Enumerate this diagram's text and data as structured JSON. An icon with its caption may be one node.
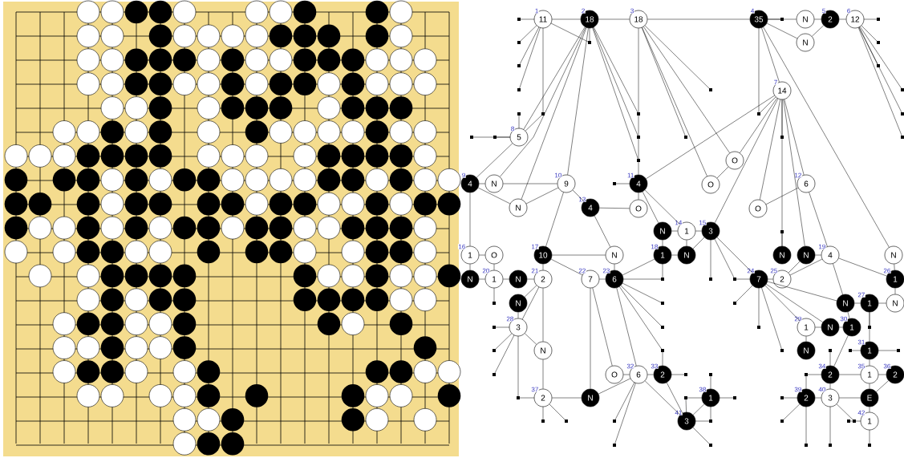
{
  "diagram": {
    "nodes": [
      {
        "text": [
          "11"
        ],
        "beside": [
          "1"
        ]
      },
      {
        "text": [
          "18"
        ],
        "beside": [
          "2"
        ]
      },
      {
        "text": [
          "18"
        ],
        "beside": [
          "3"
        ]
      },
      {
        "text": [
          "35"
        ],
        "beside": [
          "4"
        ]
      },
      {
        "text": [
          "N"
        ]
      },
      {
        "text": [
          "2"
        ],
        "beside": [
          "5"
        ]
      },
      {
        "text": [
          "12"
        ],
        "beside": [
          "6"
        ]
      },
      {
        "text": [
          "N"
        ]
      },
      {
        "text": [
          "14"
        ],
        "beside": [
          "7"
        ]
      },
      {
        "text": [
          "5"
        ],
        "beside": [
          "8"
        ]
      },
      {
        "text": [
          "O"
        ]
      },
      {
        "text": [
          "4"
        ],
        "beside": [
          "9"
        ]
      },
      {
        "text": [
          "N"
        ]
      },
      {
        "text": [
          "9"
        ],
        "beside": [
          "10"
        ]
      },
      {
        "text": [
          "4"
        ],
        "beside": [
          "11"
        ]
      },
      {
        "text": [
          "O"
        ]
      },
      {
        "text": [
          "6"
        ],
        "beside": [
          "12"
        ]
      },
      {
        "text": [
          "N"
        ]
      },
      {
        "text": [
          "4"
        ],
        "beside": [
          "13"
        ]
      },
      {
        "text": [
          "O"
        ]
      },
      {
        "text": [
          "O"
        ]
      },
      {
        "text": [
          "N"
        ]
      },
      {
        "text": [
          "1"
        ],
        "beside": [
          "14"
        ]
      },
      {
        "text": [
          "3"
        ],
        "beside": [
          "15"
        ]
      },
      {
        "text": [
          "1"
        ],
        "beside": [
          "16"
        ]
      },
      {
        "text": [
          "O"
        ]
      },
      {
        "text": [
          "10"
        ],
        "beside": [
          "17"
        ]
      },
      {
        "text": [
          "N"
        ]
      },
      {
        "text": [
          "1"
        ],
        "beside": [
          "18"
        ]
      },
      {
        "text": [
          "N"
        ]
      },
      {
        "text": [
          "N"
        ]
      },
      {
        "text": [
          "N"
        ]
      },
      {
        "text": [
          "4"
        ],
        "beside": [
          "19"
        ]
      },
      {
        "text": [
          "N"
        ]
      },
      {
        "text": [
          "N"
        ]
      },
      {
        "text": [
          "1"
        ],
        "beside": [
          "20"
        ]
      },
      {
        "text": [
          "N"
        ]
      },
      {
        "text": [
          "2"
        ],
        "beside": [
          "21"
        ]
      },
      {
        "text": [
          "7"
        ],
        "beside": [
          "22"
        ]
      },
      {
        "text": [
          "6"
        ],
        "beside": [
          "23"
        ]
      },
      {
        "text": [
          "7"
        ],
        "beside": [
          "24"
        ]
      },
      {
        "text": [
          "2"
        ],
        "beside": [
          "25"
        ]
      },
      {
        "text": [
          "1"
        ],
        "beside": [
          "26"
        ]
      },
      {
        "text": [
          "N"
        ]
      },
      {
        "text": [
          "N"
        ]
      },
      {
        "text": [
          "1"
        ],
        "beside": [
          "27"
        ]
      },
      {
        "text": [
          "N"
        ]
      },
      {
        "text": [
          "3"
        ],
        "beside": [
          "28"
        ]
      },
      {
        "text": [
          "1"
        ],
        "beside": [
          "29"
        ]
      },
      {
        "text": [
          "N"
        ]
      },
      {
        "text": [
          "1"
        ],
        "beside": [
          "30"
        ]
      },
      {
        "text": [
          "N"
        ]
      },
      {
        "text": [
          "N"
        ]
      },
      {
        "text": [
          "1"
        ],
        "beside": [
          "31"
        ]
      },
      {
        "text": [
          "O"
        ]
      },
      {
        "text": [
          "6"
        ],
        "beside": [
          "32"
        ]
      },
      {
        "text": [
          "2"
        ],
        "beside": [
          "33"
        ]
      },
      {
        "text": [
          "2"
        ],
        "beside": [
          "34"
        ]
      },
      {
        "text": [
          "1"
        ],
        "beside": [
          "35"
        ]
      },
      {
        "text": [
          "2"
        ],
        "beside": [
          "36"
        ]
      },
      {
        "text": [
          "2"
        ],
        "beside": [
          "37"
        ]
      },
      {
        "text": [
          "N"
        ]
      },
      {
        "text": [
          "1"
        ],
        "beside": [
          "38"
        ]
      },
      {
        "text": [
          "2"
        ],
        "beside": [
          "39"
        ]
      },
      {
        "text": [
          "3"
        ],
        "beside": [
          "40"
        ]
      },
      {
        "text": [
          "E"
        ]
      },
      {
        "text": [
          "3"
        ],
        "beside": [
          "41"
        ]
      },
      {
        "text": [
          "1"
        ],
        "beside": [
          "42"
        ]
      }
    ],
    "edges": [
      {
        "from": 0,
        "to": 1,
        "arrow": "none"
      },
      {
        "from": 1,
        "to": 2,
        "arrow": "none"
      },
      {
        "from": 2,
        "to": 3,
        "arrow": "none"
      },
      {
        "from": 3,
        "to": 4,
        "arrow": "none"
      },
      {
        "from": 4,
        "to": 5,
        "arrow": "none"
      },
      {
        "from": 5,
        "to": 6,
        "arrow": "none"
      },
      {
        "from": 3,
        "to": 7,
        "arrow": "none"
      },
      {
        "from": 7,
        "to": 5,
        "arrow": "none"
      },
      {
        "from": 3,
        "to": 8,
        "arrow": "none"
      },
      {
        "from": 1,
        "to": 9,
        "arrow": "none"
      },
      {
        "from": 1,
        "to": 12,
        "arrow": "none"
      },
      {
        "from": 1,
        "to": 17,
        "arrow": "none"
      },
      {
        "from": 1,
        "to": 13,
        "arrow": "none"
      },
      {
        "from": 9,
        "to": 11,
        "arrow": "none"
      },
      {
        "from": 11,
        "to": 12,
        "arrow": "none"
      },
      {
        "from": 12,
        "to": 13,
        "arrow": "none"
      },
      {
        "from": 11,
        "to": 17,
        "arrow": "none"
      },
      {
        "from": 17,
        "to": 13,
        "arrow": "none"
      },
      {
        "from": 13,
        "to": 18,
        "arrow": "none"
      },
      {
        "from": 11,
        "to": 24,
        "arrow": "none"
      },
      {
        "from": 2,
        "to": 14,
        "arrow": "none"
      },
      {
        "from": 14,
        "to": 8,
        "arrow": "none"
      },
      {
        "from": 2,
        "to": 10,
        "arrow": "none"
      },
      {
        "from": 2,
        "to": 15,
        "arrow": "none"
      },
      {
        "from": 15,
        "to": 10,
        "arrow": "none"
      },
      {
        "from": 10,
        "to": 8,
        "arrow": "none"
      },
      {
        "from": 14,
        "to": 19,
        "arrow": "none"
      },
      {
        "from": 18,
        "to": 19,
        "arrow": "none"
      },
      {
        "from": 14,
        "to": 21,
        "arrow": "none"
      },
      {
        "from": 14,
        "to": 22,
        "arrow": "none"
      },
      {
        "from": 8,
        "to": 23,
        "arrow": "none"
      },
      {
        "from": 8,
        "to": 16,
        "arrow": "none"
      },
      {
        "from": 8,
        "to": 20,
        "arrow": "none"
      },
      {
        "from": 16,
        "to": 20,
        "arrow": "none"
      },
      {
        "from": 8,
        "to": 30,
        "arrow": "none"
      },
      {
        "from": 8,
        "to": 31,
        "arrow": "none"
      },
      {
        "from": 16,
        "to": 32,
        "arrow": "none"
      },
      {
        "from": 3,
        "to": 33,
        "arrow": "none"
      },
      {
        "from": 21,
        "to": 22,
        "arrow": "none"
      },
      {
        "from": 22,
        "to": 23,
        "arrow": "none"
      },
      {
        "from": 21,
        "to": 28,
        "arrow": "none"
      },
      {
        "from": 28,
        "to": 29,
        "arrow": "none"
      },
      {
        "from": 22,
        "to": 29,
        "arrow": "none"
      },
      {
        "from": 29,
        "to": 23,
        "arrow": "none"
      },
      {
        "from": 18,
        "to": 27,
        "arrow": "none"
      },
      {
        "from": 24,
        "to": 25,
        "arrow": "none"
      },
      {
        "from": 24,
        "to": 34,
        "arrow": "none"
      },
      {
        "from": 25,
        "to": 35,
        "arrow": "none"
      },
      {
        "from": 34,
        "to": 35,
        "arrow": "none"
      },
      {
        "from": 35,
        "to": 36,
        "arrow": "none"
      },
      {
        "from": 36,
        "to": 37,
        "arrow": "none"
      },
      {
        "from": 13,
        "to": 26,
        "arrow": "none"
      },
      {
        "from": 26,
        "to": 37,
        "arrow": "none"
      },
      {
        "from": 26,
        "to": 38,
        "arrow": "none"
      },
      {
        "from": 26,
        "to": 27,
        "arrow": "none"
      },
      {
        "from": 37,
        "to": 43,
        "arrow": "none"
      },
      {
        "from": 37,
        "to": 47,
        "arrow": "none"
      },
      {
        "from": 43,
        "to": 47,
        "arrow": "none"
      },
      {
        "from": 47,
        "to": 51,
        "arrow": "none"
      },
      {
        "from": 37,
        "to": 51,
        "arrow": "none"
      },
      {
        "from": 51,
        "to": 60,
        "arrow": "none"
      },
      {
        "from": 38,
        "to": 39,
        "arrow": "none"
      },
      {
        "from": 38,
        "to": 61,
        "arrow": "none"
      },
      {
        "from": 38,
        "to": 54,
        "arrow": "none"
      },
      {
        "from": 60,
        "to": 61,
        "arrow": "none"
      },
      {
        "from": 61,
        "to": 55,
        "arrow": "none"
      },
      {
        "from": 39,
        "to": 27,
        "arrow": "none"
      },
      {
        "from": 39,
        "to": 28,
        "arrow": "none"
      },
      {
        "from": 39,
        "to": 55,
        "arrow": "none"
      },
      {
        "from": 54,
        "to": 55,
        "arrow": "none"
      },
      {
        "from": 55,
        "to": 56,
        "arrow": "none"
      },
      {
        "from": 55,
        "to": 66,
        "arrow": "none"
      },
      {
        "from": 56,
        "to": 66,
        "arrow": "none"
      },
      {
        "from": 62,
        "to": 66,
        "arrow": "none"
      },
      {
        "from": 23,
        "to": 40,
        "arrow": "none"
      },
      {
        "from": 31,
        "to": 32,
        "arrow": "none"
      },
      {
        "from": 31,
        "to": 41,
        "arrow": "none"
      },
      {
        "from": 32,
        "to": 41,
        "arrow": "none"
      },
      {
        "from": 40,
        "to": 41,
        "arrow": "none"
      },
      {
        "from": 32,
        "to": 44,
        "arrow": "none"
      },
      {
        "from": 32,
        "to": 42,
        "arrow": "none"
      },
      {
        "from": 33,
        "to": 42,
        "arrow": "none"
      },
      {
        "from": 40,
        "to": 44,
        "arrow": "none"
      },
      {
        "from": 40,
        "to": 49,
        "arrow": "none"
      },
      {
        "from": 40,
        "to": 48,
        "arrow": "none"
      },
      {
        "from": 44,
        "to": 45,
        "arrow": "none"
      },
      {
        "from": 45,
        "to": 46,
        "arrow": "none"
      },
      {
        "from": 42,
        "to": 46,
        "arrow": "none"
      },
      {
        "from": 44,
        "to": 50,
        "arrow": "none"
      },
      {
        "from": 48,
        "to": 49,
        "arrow": "none"
      },
      {
        "from": 49,
        "to": 50,
        "arrow": "none"
      },
      {
        "from": 48,
        "to": 52,
        "arrow": "none"
      },
      {
        "from": 45,
        "to": 53,
        "arrow": "none"
      },
      {
        "from": 50,
        "to": 57,
        "arrow": "none"
      },
      {
        "from": 53,
        "to": 58,
        "arrow": "none"
      },
      {
        "from": 57,
        "to": 58,
        "arrow": "none"
      },
      {
        "from": 58,
        "to": 59,
        "arrow": "none"
      },
      {
        "from": 58,
        "to": 65,
        "arrow": "none"
      },
      {
        "from": 57,
        "to": 64,
        "arrow": "none"
      },
      {
        "from": 63,
        "to": 64,
        "arrow": "none"
      },
      {
        "from": 64,
        "to": 65,
        "arrow": "none"
      },
      {
        "from": 65,
        "to": 67,
        "arrow": "none"
      },
      {
        "from": 65,
        "to": 59,
        "arrow": "none"
      }
    ]
  }
}
